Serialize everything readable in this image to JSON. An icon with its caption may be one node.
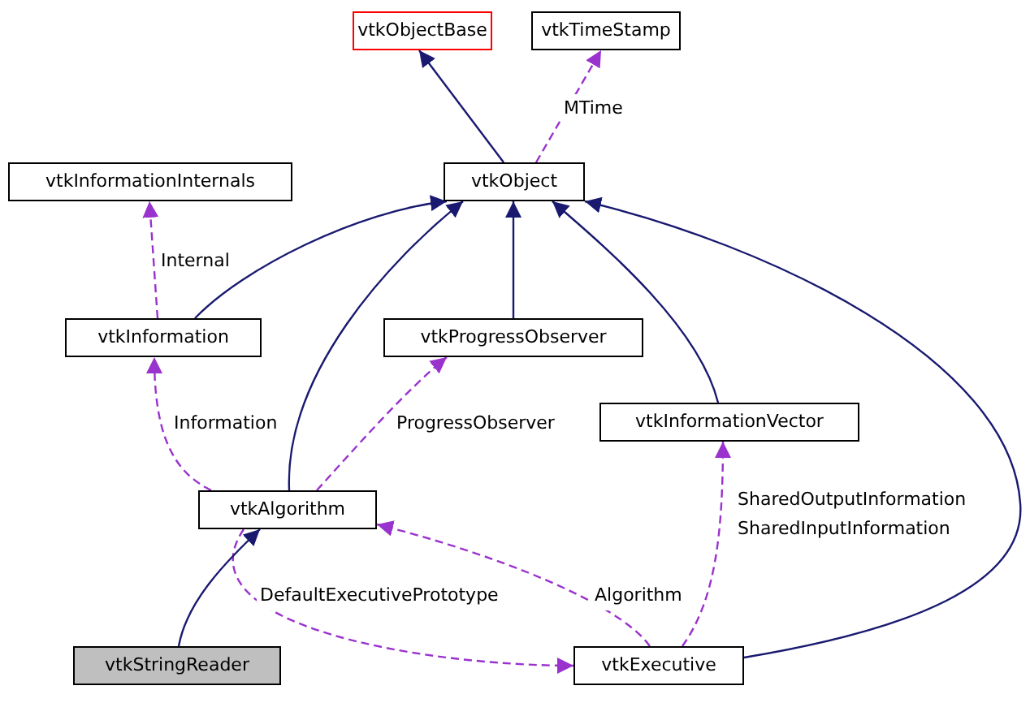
{
  "diagram": {
    "nodes": [
      {
        "text": [
          "vtkObjectBase"
        ]
      },
      {
        "text": [
          "vtkTimeStamp"
        ]
      },
      {
        "text": [
          "vtkInformationInternals"
        ]
      },
      {
        "text": [
          "vtkObject"
        ]
      },
      {
        "text": [
          "vtkInformation"
        ]
      },
      {
        "text": [
          "vtkProgressObserver"
        ]
      },
      {
        "text": [
          "vtkInformationVector"
        ]
      },
      {
        "text": [
          "vtkAlgorithm"
        ]
      },
      {
        "text": [
          "vtkStringReader"
        ]
      },
      {
        "text": [
          "vtkExecutive"
        ]
      }
    ],
    "edges": [
      {
        "from": 3,
        "to": 0,
        "arrow": "to"
      },
      {
        "from": 3,
        "to": 1,
        "arrow": "to",
        "label": "MTime",
        "style": "dashed",
        "color": "#9a32cd"
      },
      {
        "from": 4,
        "to": 2,
        "arrow": "to",
        "label": "Internal",
        "style": "dashed",
        "color": "#9a32cd"
      },
      {
        "from": 4,
        "to": 3,
        "arrow": "to"
      },
      {
        "from": 7,
        "to": 3,
        "arrow": "to"
      },
      {
        "from": 5,
        "to": 3,
        "arrow": "to"
      },
      {
        "from": 6,
        "to": 3,
        "arrow": "to"
      },
      {
        "from": 9,
        "to": 3,
        "arrow": "to"
      },
      {
        "from": 7,
        "to": 4,
        "arrow": "to",
        "label": "Information",
        "style": "dashed",
        "color": "#9a32cd"
      },
      {
        "from": 7,
        "to": 5,
        "arrow": "to",
        "label": "ProgressObserver",
        "style": "dashed",
        "color": "#9a32cd"
      },
      {
        "from": 9,
        "to": 6,
        "arrow": "to",
        "label": "SharedOutputInformation SharedInputInformation",
        "style": "dashed",
        "color": "#9a32cd"
      },
      {
        "from": 9,
        "to": 7,
        "arrow": "to",
        "label": "Algorithm",
        "style": "dashed",
        "color": "#9a32cd"
      },
      {
        "from": 7,
        "to": 9,
        "arrow": "to",
        "label": "DefaultExecutivePrototype",
        "style": "dashed",
        "color": "#9a32cd"
      },
      {
        "from": 8,
        "to": 7,
        "arrow": "to"
      }
    ]
  }
}
